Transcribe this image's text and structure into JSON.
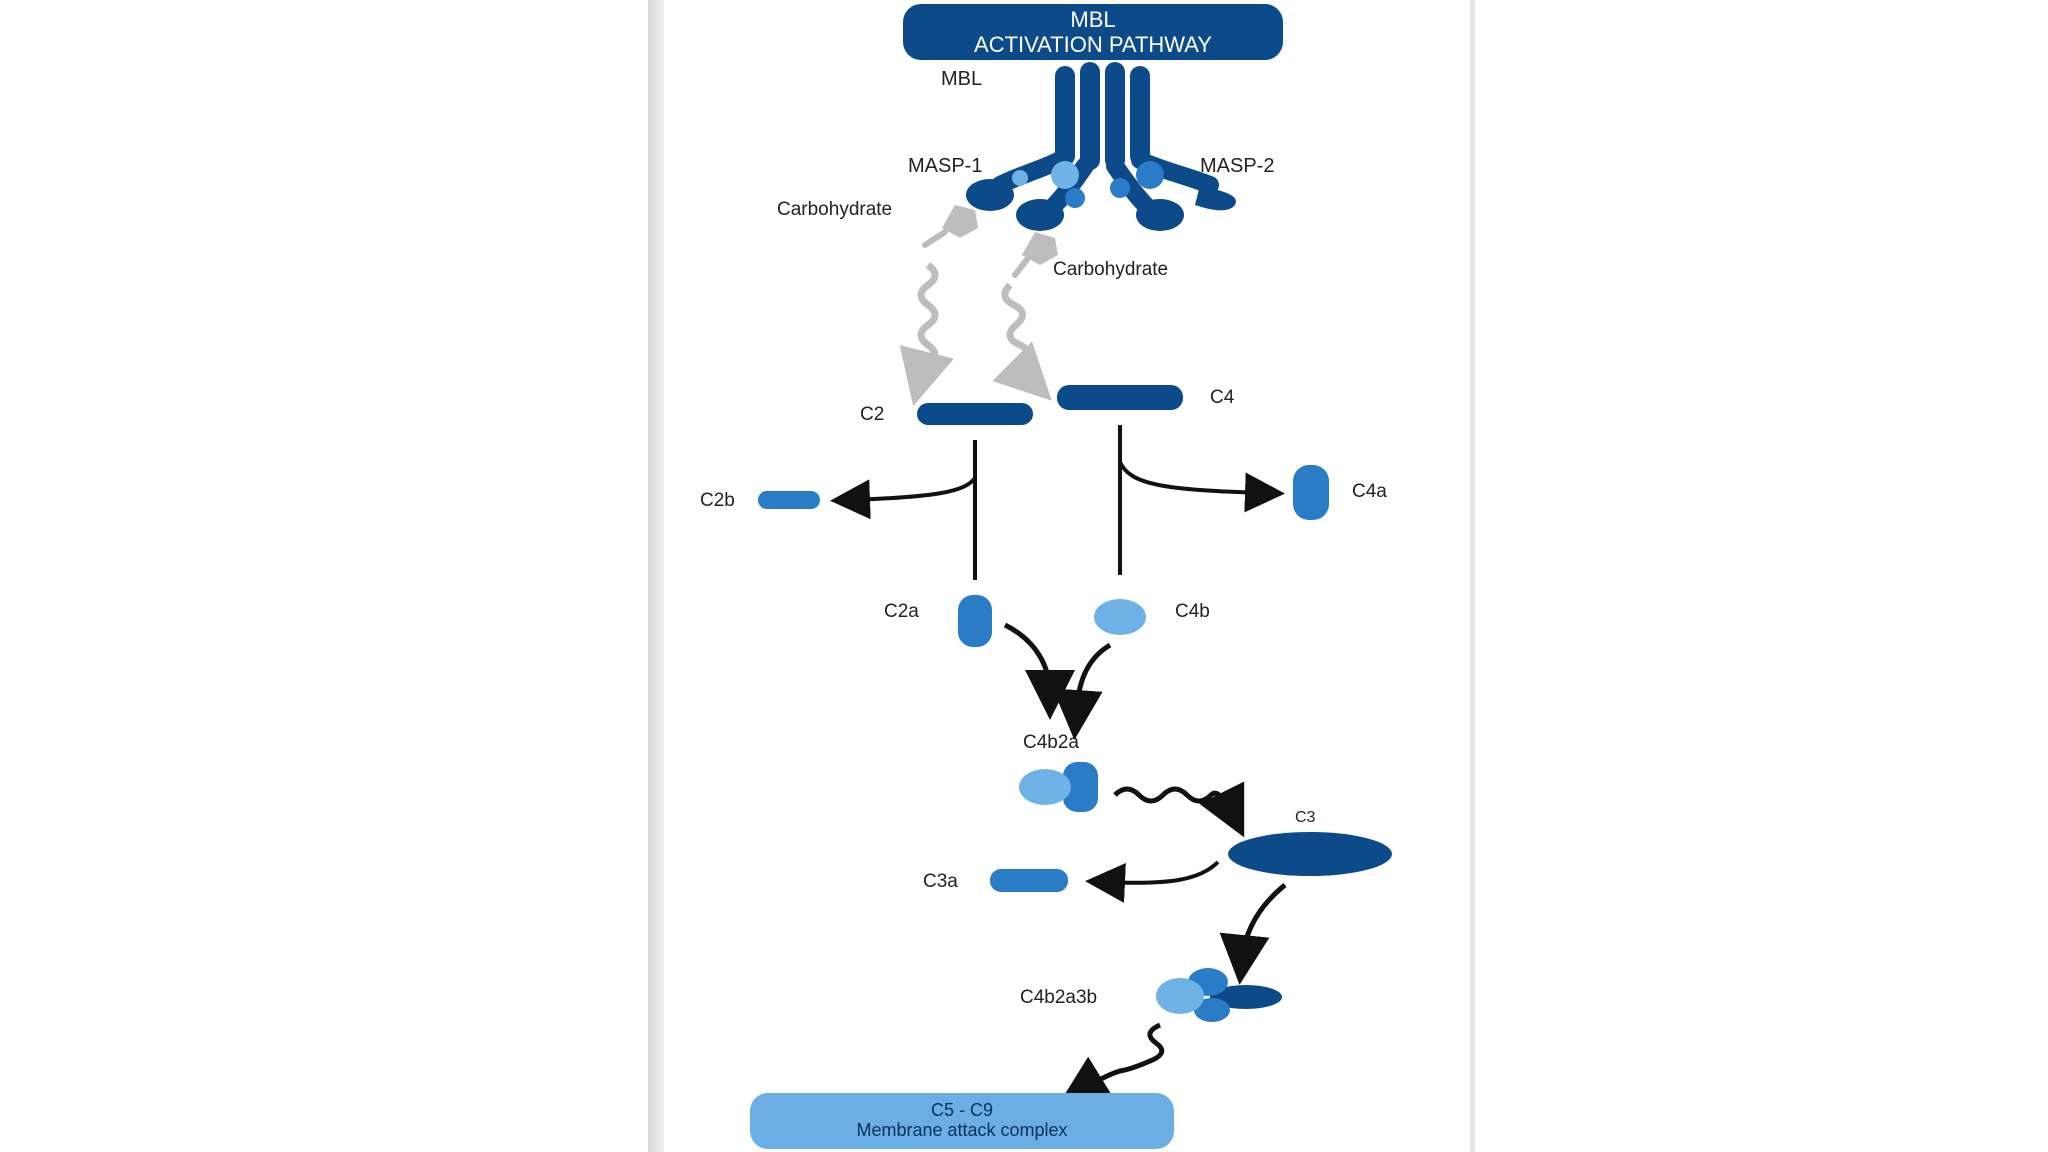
{
  "diagram": {
    "title_line1": "MBL",
    "title_line2": "ACTIVATION PATHWAY",
    "labels": {
      "mbl": "MBL",
      "masp1": "MASP-1",
      "masp2": "MASP-2",
      "carbohydrate_left": "Carbohydrate",
      "carbohydrate_right": "Carbohydrate",
      "c2": "C2",
      "c4": "C4",
      "c2b": "C2b",
      "c4a": "C4a",
      "c2a": "C2a",
      "c4b": "C4b",
      "c4b2a": "C4b2a",
      "c3": "C3",
      "c3a": "C3a",
      "c4b2a3b": "C4b2a3b"
    },
    "mac_line1": "C5 - C9",
    "mac_line2": "Membrane attack complex",
    "colors": {
      "dark_blue": "#0d4a8a",
      "mid_blue": "#2a7cc7",
      "light_blue": "#6fb3e6",
      "mac_fill": "#6aaee4",
      "gray_arrow": "#bdbdbd",
      "black": "#111111"
    }
  }
}
